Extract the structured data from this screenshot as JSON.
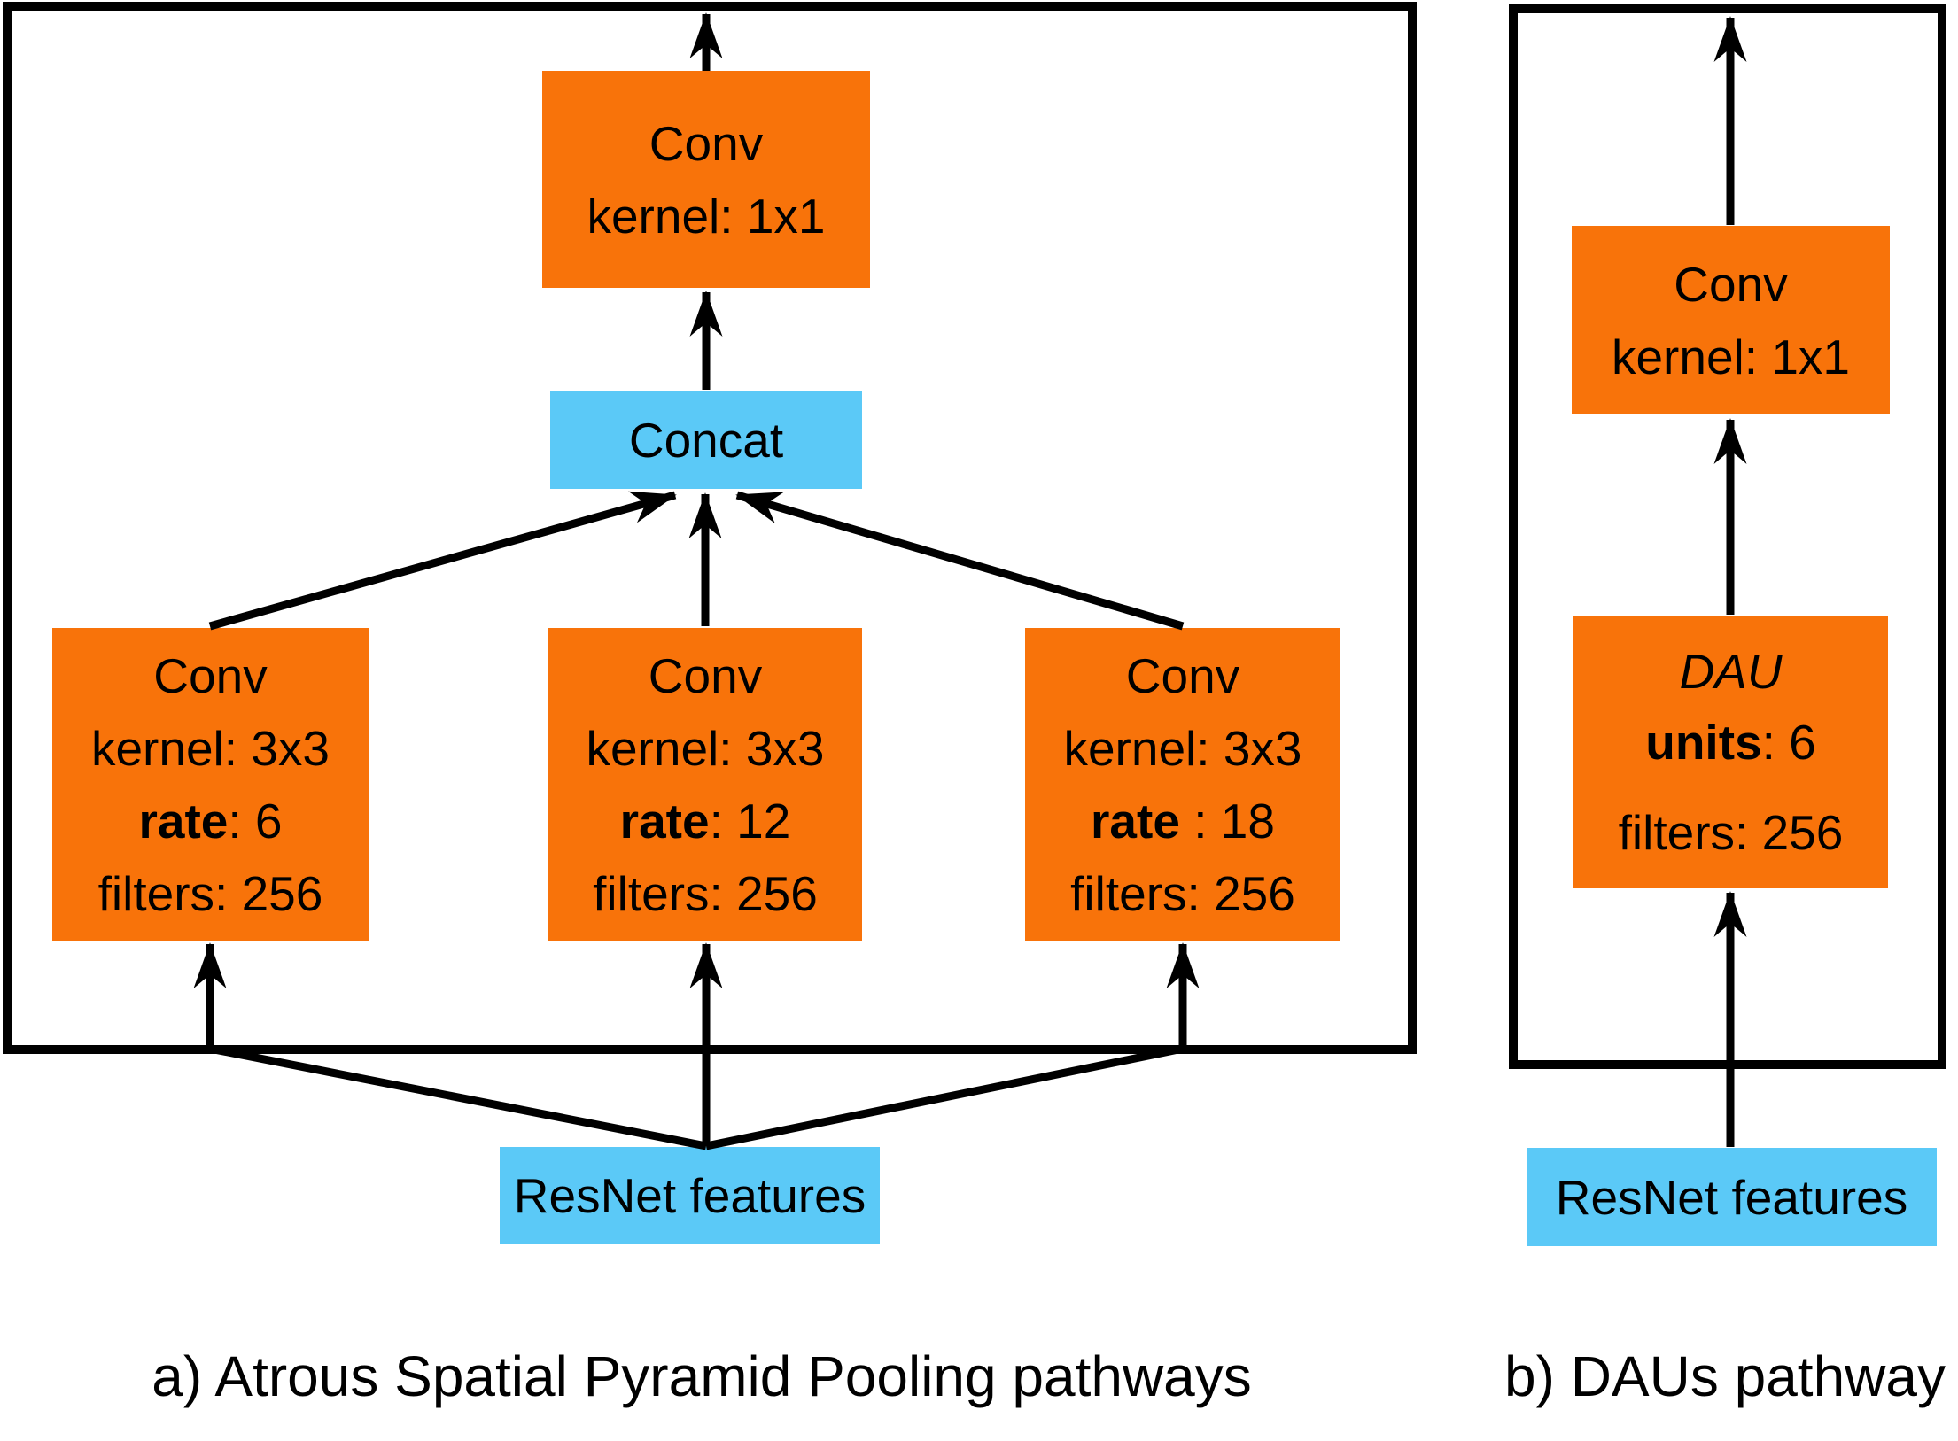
{
  "colors": {
    "orange": "#F8730A",
    "blue": "#5BC9F7",
    "stroke": "#000000",
    "text": "#000000",
    "background": "#FFFFFF"
  },
  "diagram_a": {
    "caption": "a) Atrous Spatial Pyramid Pooling pathways",
    "output_conv": {
      "name_line": "Conv",
      "kernel_line": "kernel: 1x1"
    },
    "concat": {
      "label": "Concat"
    },
    "branches": [
      {
        "name_line": "Conv",
        "kernel_line": "kernel: 3x3",
        "rate_label": "rate",
        "rate_value": ": 6",
        "filters_line": "filters: 256"
      },
      {
        "name_line": "Conv",
        "kernel_line": "kernel: 3x3",
        "rate_label": "rate",
        "rate_value": ": 12",
        "filters_line": "filters: 256"
      },
      {
        "name_line": "Conv",
        "kernel_line": "kernel: 3x3",
        "rate_label": "rate",
        "rate_value": " : 18",
        "filters_line": "filters: 256"
      }
    ],
    "resnet": {
      "label": "ResNet features"
    }
  },
  "diagram_b": {
    "caption": "b) DAUs pathway",
    "output_conv": {
      "name_line": "Conv",
      "kernel_line": "kernel: 1x1"
    },
    "dau": {
      "title": "DAU",
      "units_label": "units",
      "units_value": ": 6",
      "filters_line": "filters: 256"
    },
    "resnet": {
      "label": "ResNet features"
    }
  }
}
